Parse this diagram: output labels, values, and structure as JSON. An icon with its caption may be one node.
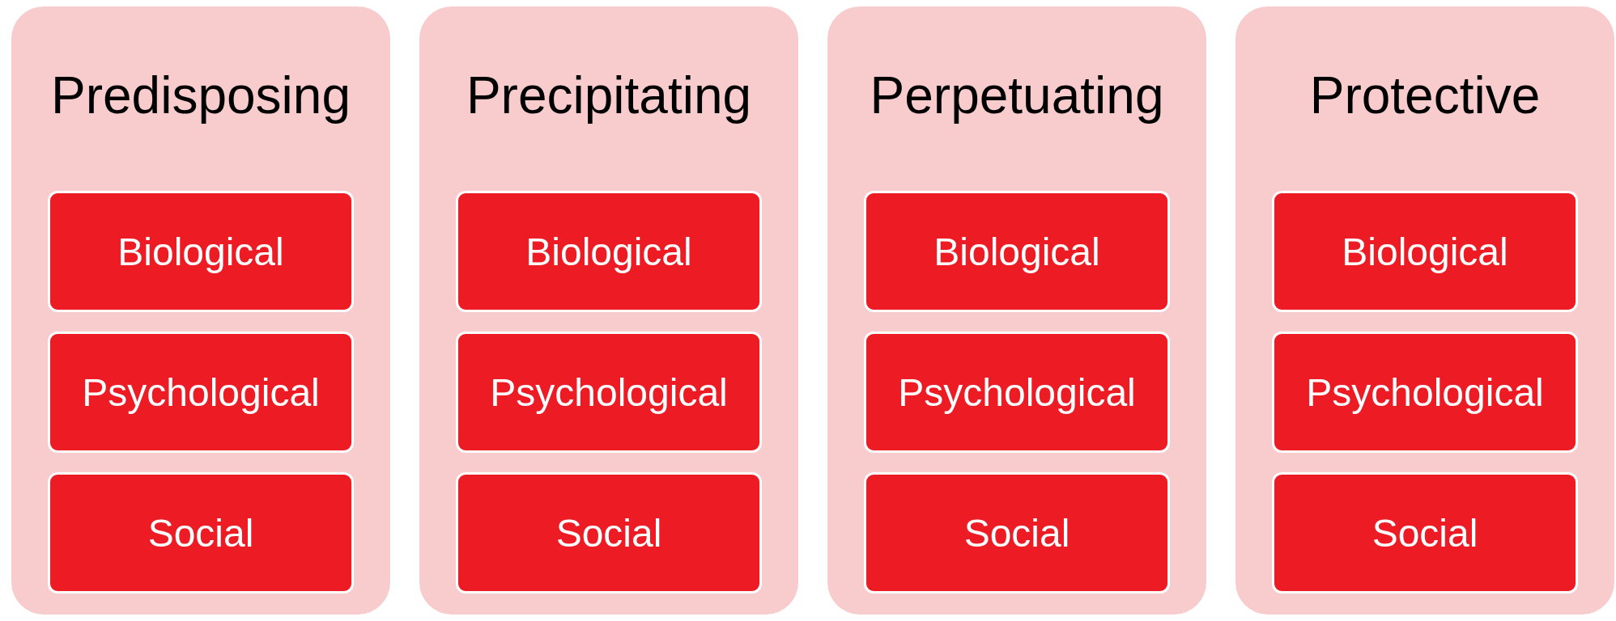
{
  "diagram": {
    "nodes": [
      {
        "text": [
          "Predisposing"
        ]
      },
      {
        "text": [
          "Biological"
        ],
        "in": 0
      },
      {
        "text": [
          "Psychological"
        ],
        "in": 0
      },
      {
        "text": [
          "Social"
        ],
        "in": 0
      },
      {
        "text": [
          "Precipitating"
        ]
      },
      {
        "text": [
          "Biological"
        ],
        "in": 4
      },
      {
        "text": [
          "Psychological"
        ],
        "in": 4
      },
      {
        "text": [
          "Social"
        ],
        "in": 4
      },
      {
        "text": [
          "Perpetuating"
        ]
      },
      {
        "text": [
          "Biological"
        ],
        "in": 8
      },
      {
        "text": [
          "Psychological"
        ],
        "in": 8
      },
      {
        "text": [
          "Social"
        ],
        "in": 8
      },
      {
        "text": [
          "Protective"
        ]
      },
      {
        "text": [
          "Biological"
        ],
        "in": 12
      },
      {
        "text": [
          "Psychological"
        ],
        "in": 12
      },
      {
        "text": [
          "Social"
        ],
        "in": 12
      }
    ]
  }
}
